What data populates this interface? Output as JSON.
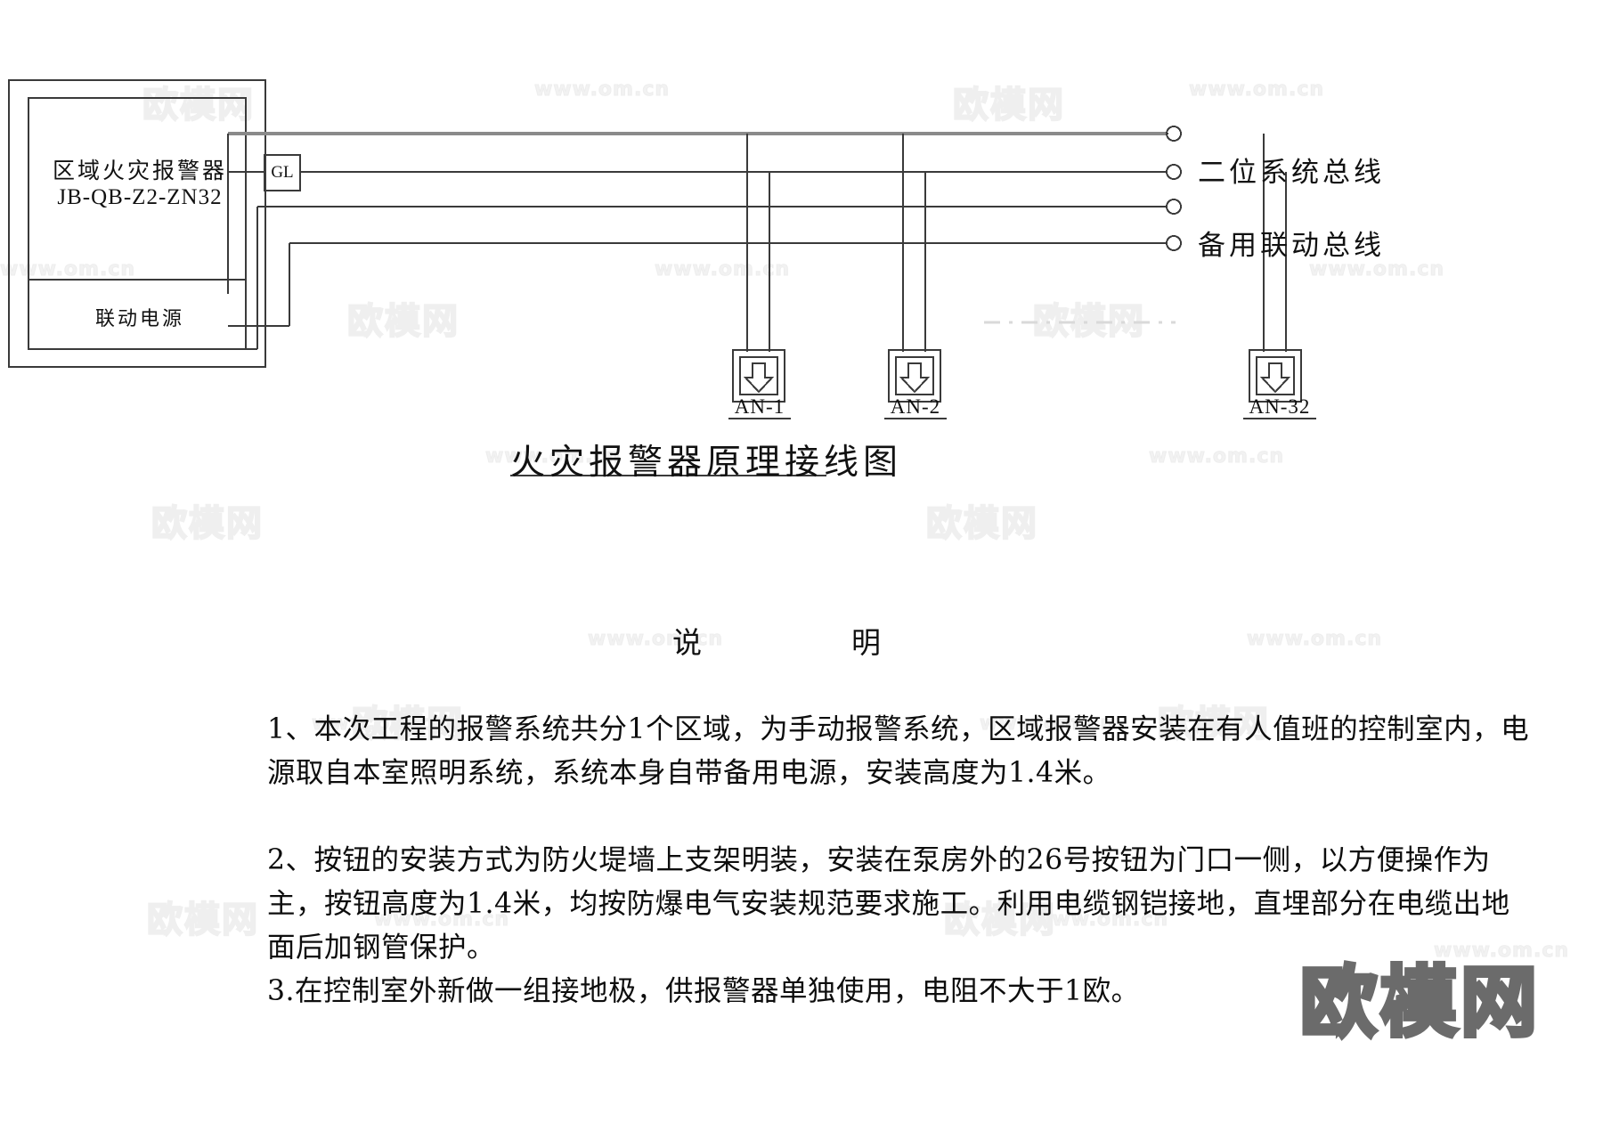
{
  "document": {
    "type": "electrical-schematic",
    "figure_title": "火灾报警器原理接线图"
  },
  "panel": {
    "title_cn": "区域火灾报警器",
    "model": "JB-QB-Z2-ZN32",
    "power_unit": "联动电源"
  },
  "components": {
    "gl_box": "GL",
    "buttons": [
      {
        "tag": "AN-1",
        "symbol": "manual-call-point"
      },
      {
        "tag": "AN-2",
        "symbol": "manual-call-point"
      },
      {
        "tag": "AN-32",
        "symbol": "manual-call-point"
      }
    ]
  },
  "bus_labels": [
    "二位系统总线",
    "备用联动总线"
  ],
  "notes": {
    "heading": "说　　明",
    "items": [
      "1、本次工程的报警系统共分1个区域，为手动报警系统，区域报警器安装在有人值班的控制室内，电源取自本室照明系统，系统本身自带备用电源，安装高度为1.4米。",
      "2、按钮的安装方式为防火堤墙上支架明装，安装在泵房外的26号按钮为门口一侧，以方便操作为主，按钮高度为1.4米，均按防爆电气安装规范要求施工。利用电缆钢铠接地，直埋部分在电缆出地面后加钢管保护。",
      "3.在控制室外新做一组接地极，供报警器单独使用，电阻不大于1欧。"
    ]
  },
  "watermarks": {
    "url": "www.om.cn",
    "brand": "欧模网"
  },
  "colors": {
    "line": "#3a3a3a",
    "thick_line": "#808080",
    "text": "#111111",
    "watermark": "#f2f2f2",
    "logo": "#6b6b6b"
  }
}
